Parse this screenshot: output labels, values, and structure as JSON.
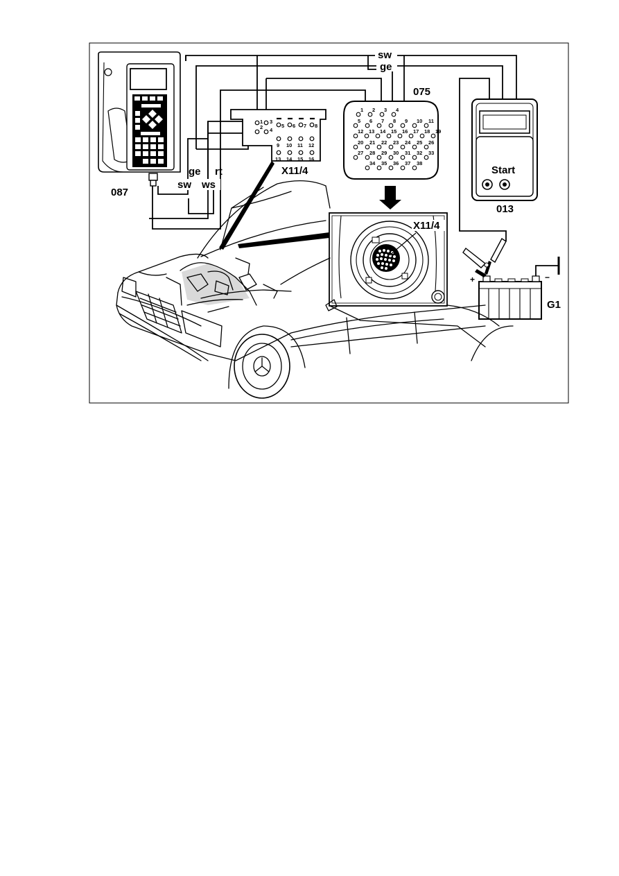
{
  "labels": {
    "tester": "087",
    "breakout_box": "075",
    "connector": "X11/4",
    "connector_detail": "X11/4",
    "tester_013": "013",
    "start": "Start",
    "battery": "G1",
    "plus": "+",
    "minus": "−"
  },
  "wires": {
    "sw_top": "sw",
    "ge_top": "ge",
    "ge_left": "ge",
    "rt_left": "rt",
    "sw_left": "sw",
    "ws_left": "ws"
  },
  "x11_pins_top": [
    "1",
    "3",
    "2",
    "4",
    "5",
    "6",
    "7",
    "8"
  ],
  "x11_pins_bottom": [
    "9",
    "10",
    "11",
    "12",
    "13",
    "14",
    "15",
    "16"
  ],
  "box075_pins": [
    "1",
    "2",
    "3",
    "4",
    "5",
    "6",
    "7",
    "8",
    "9",
    "10",
    "11",
    "12",
    "13",
    "14",
    "15",
    "16",
    "17",
    "18",
    "19",
    "20",
    "21",
    "22",
    "23",
    "24",
    "25",
    "26",
    "27",
    "28",
    "29",
    "30",
    "31",
    "32",
    "33",
    "34",
    "35",
    "36",
    "37",
    "38"
  ]
}
